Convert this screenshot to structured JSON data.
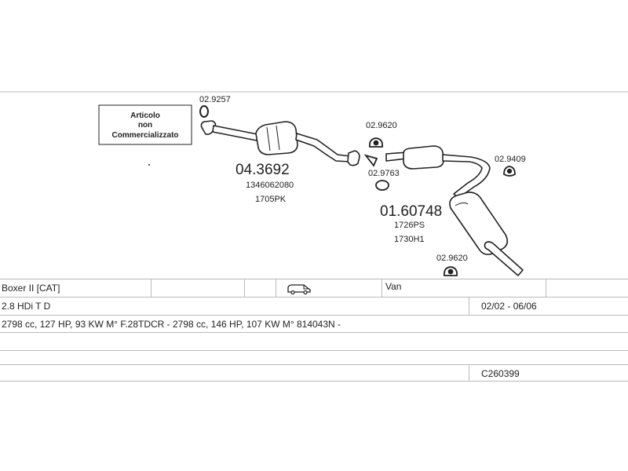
{
  "note_box": {
    "line1": "Articolo",
    "line2": "non",
    "line3": "Commercializzato"
  },
  "parts": {
    "p1": {
      "code": "02.9257"
    },
    "p2": {
      "code": "04.3692",
      "ref1": "1346062080",
      "ref2": "1705PK"
    },
    "p3": {
      "code": "02.9620"
    },
    "p4": {
      "code": "02.9763"
    },
    "p5": {
      "code": "01.60748",
      "ref1": "1726PS",
      "ref2": "1730H1"
    },
    "p6": {
      "code": "02.9409"
    },
    "p7": {
      "code": "02.9620"
    }
  },
  "table": {
    "model": "Boxer II  [CAT]",
    "body_type": "Van",
    "van_icon": "van-icon",
    "engine": "2.8 HDi T D",
    "date_range": "02/02 - 06/06",
    "specs": "2798 cc, 127 HP, 93 KW M° F.28TDCR - 2798 cc, 146 HP, 107 KW M° 814043N -",
    "catalog_code": "C260399"
  },
  "colors": {
    "line": "#222222",
    "grid": "#b9b9b9",
    "background": "#ffffff"
  }
}
